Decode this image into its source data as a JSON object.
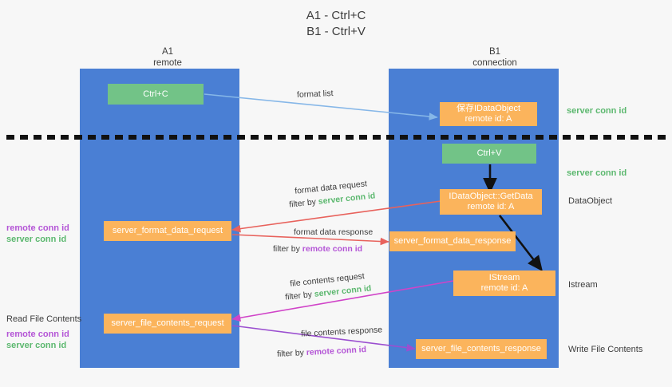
{
  "title": {
    "line1": "A1 - Ctrl+C",
    "line2": "B1 - Ctrl+V"
  },
  "lanes": [
    {
      "name": "A1",
      "sub": "remote"
    },
    {
      "name": "B1",
      "sub": "connection"
    }
  ],
  "boxes": {
    "ctrl_c": "Ctrl+C",
    "ctrl_v": "Ctrl+V",
    "save_idataobject_l1": "保存IDataObject",
    "save_idataobject_l2": "remote id: A",
    "getdata_l1": "IDataObject::GetData",
    "getdata_l2": "remote id: A",
    "istream_l1": "IStream",
    "istream_l2": "remote id: A",
    "server_format_data_request": "server_format_data_request",
    "server_format_data_response": "server_format_data_response",
    "server_file_contents_request": "server_file_contents_request",
    "server_file_contents_response": "server_file_contents_response"
  },
  "edge_labels": {
    "format_list": "format list",
    "format_data_request": "format data request",
    "format_data_request_filter_prefix": "filter by ",
    "format_data_request_filter_value": "server conn id",
    "format_data_response": "format data response",
    "format_data_response_filter_prefix": "filter by ",
    "format_data_response_filter_value": "remote conn id",
    "file_contents_request": "file contents request",
    "file_contents_request_filter_prefix": "filter by ",
    "file_contents_request_filter_value": "server conn id",
    "file_contents_response": "file contents response",
    "file_contents_response_filter_prefix": "filter by ",
    "file_contents_response_filter_value": "remote conn id"
  },
  "annotations": {
    "right_server_conn_id_top": "server conn id",
    "right_server_conn_id_mid": "server conn id",
    "right_dataobject": "DataObject",
    "right_istream": "Istream",
    "right_write_file_contents": "Write File Contents",
    "left_read_file_contents": "Read File Contents",
    "left_remote_conn_id_1": "remote conn id",
    "left_server_conn_id_1": "server conn id",
    "left_remote_conn_id_2": "remote conn id",
    "left_server_conn_id_2": "server conn id"
  },
  "colors": {
    "background": "#f7f7f7",
    "lane": "#4a7fd4",
    "green_box": "#72c387",
    "orange_box": "#fbb45c",
    "green_text": "#5cb86f",
    "purple_text": "#b455d6",
    "arrow_blue": "#86b7e8",
    "arrow_red": "#e8625c",
    "arrow_magenta": "#d044c8",
    "arrow_purple": "#9b4fd0",
    "arrow_black": "#111111",
    "divider": "#111111"
  }
}
